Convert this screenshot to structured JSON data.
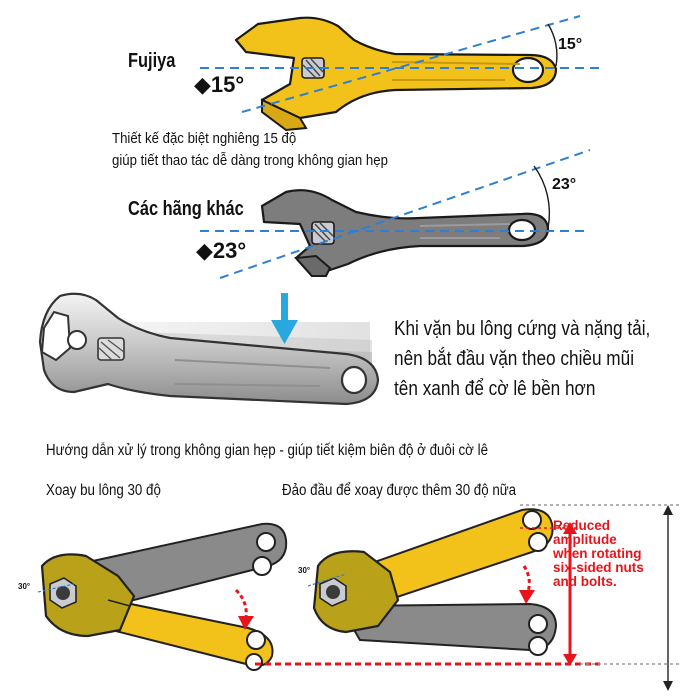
{
  "top": {
    "brand": "Fujiya",
    "angle_left": "◆15°",
    "angle_right": "15°",
    "caption_line1": "Thiết kế đặc biệt nghiêng 15 độ",
    "caption_line2": "giúp tiết thao tác dễ dàng trong không gian hẹp"
  },
  "other": {
    "brand": "Các hãng khác",
    "angle_left": "◆23°",
    "angle_right": "23°"
  },
  "middle": {
    "warning_line1": "Khi vặn bu lông cứng và nặng tải,",
    "warning_line2": "nên bắt đầu vặn theo chiều mũi",
    "warning_line3": "tên xanh để cờ lê bền hơn"
  },
  "bottom": {
    "guide_title": "Hướng dẫn xử lý trong không gian hẹp - giúp tiết kiệm biên độ ở đuôi cờ lê",
    "left_label": "Xoay bu lông 30 độ",
    "right_label": "Đảo đầu để xoay được thêm 30 độ nữa",
    "small_angle_left": "30°",
    "small_angle_right": "30°",
    "reduced_note": "Reduced\namplitude\nwhen rotating\nsix-sided nuts\nand bolts."
  },
  "colors": {
    "yellow": "#f2c21b",
    "olive": "#b9a21a",
    "gray_wrench": "#8a8a8a",
    "dark_gray": "#555555",
    "blue_line": "#2f7fd3",
    "arrow_blue": "#29a8e0",
    "red": "#e8141b"
  }
}
